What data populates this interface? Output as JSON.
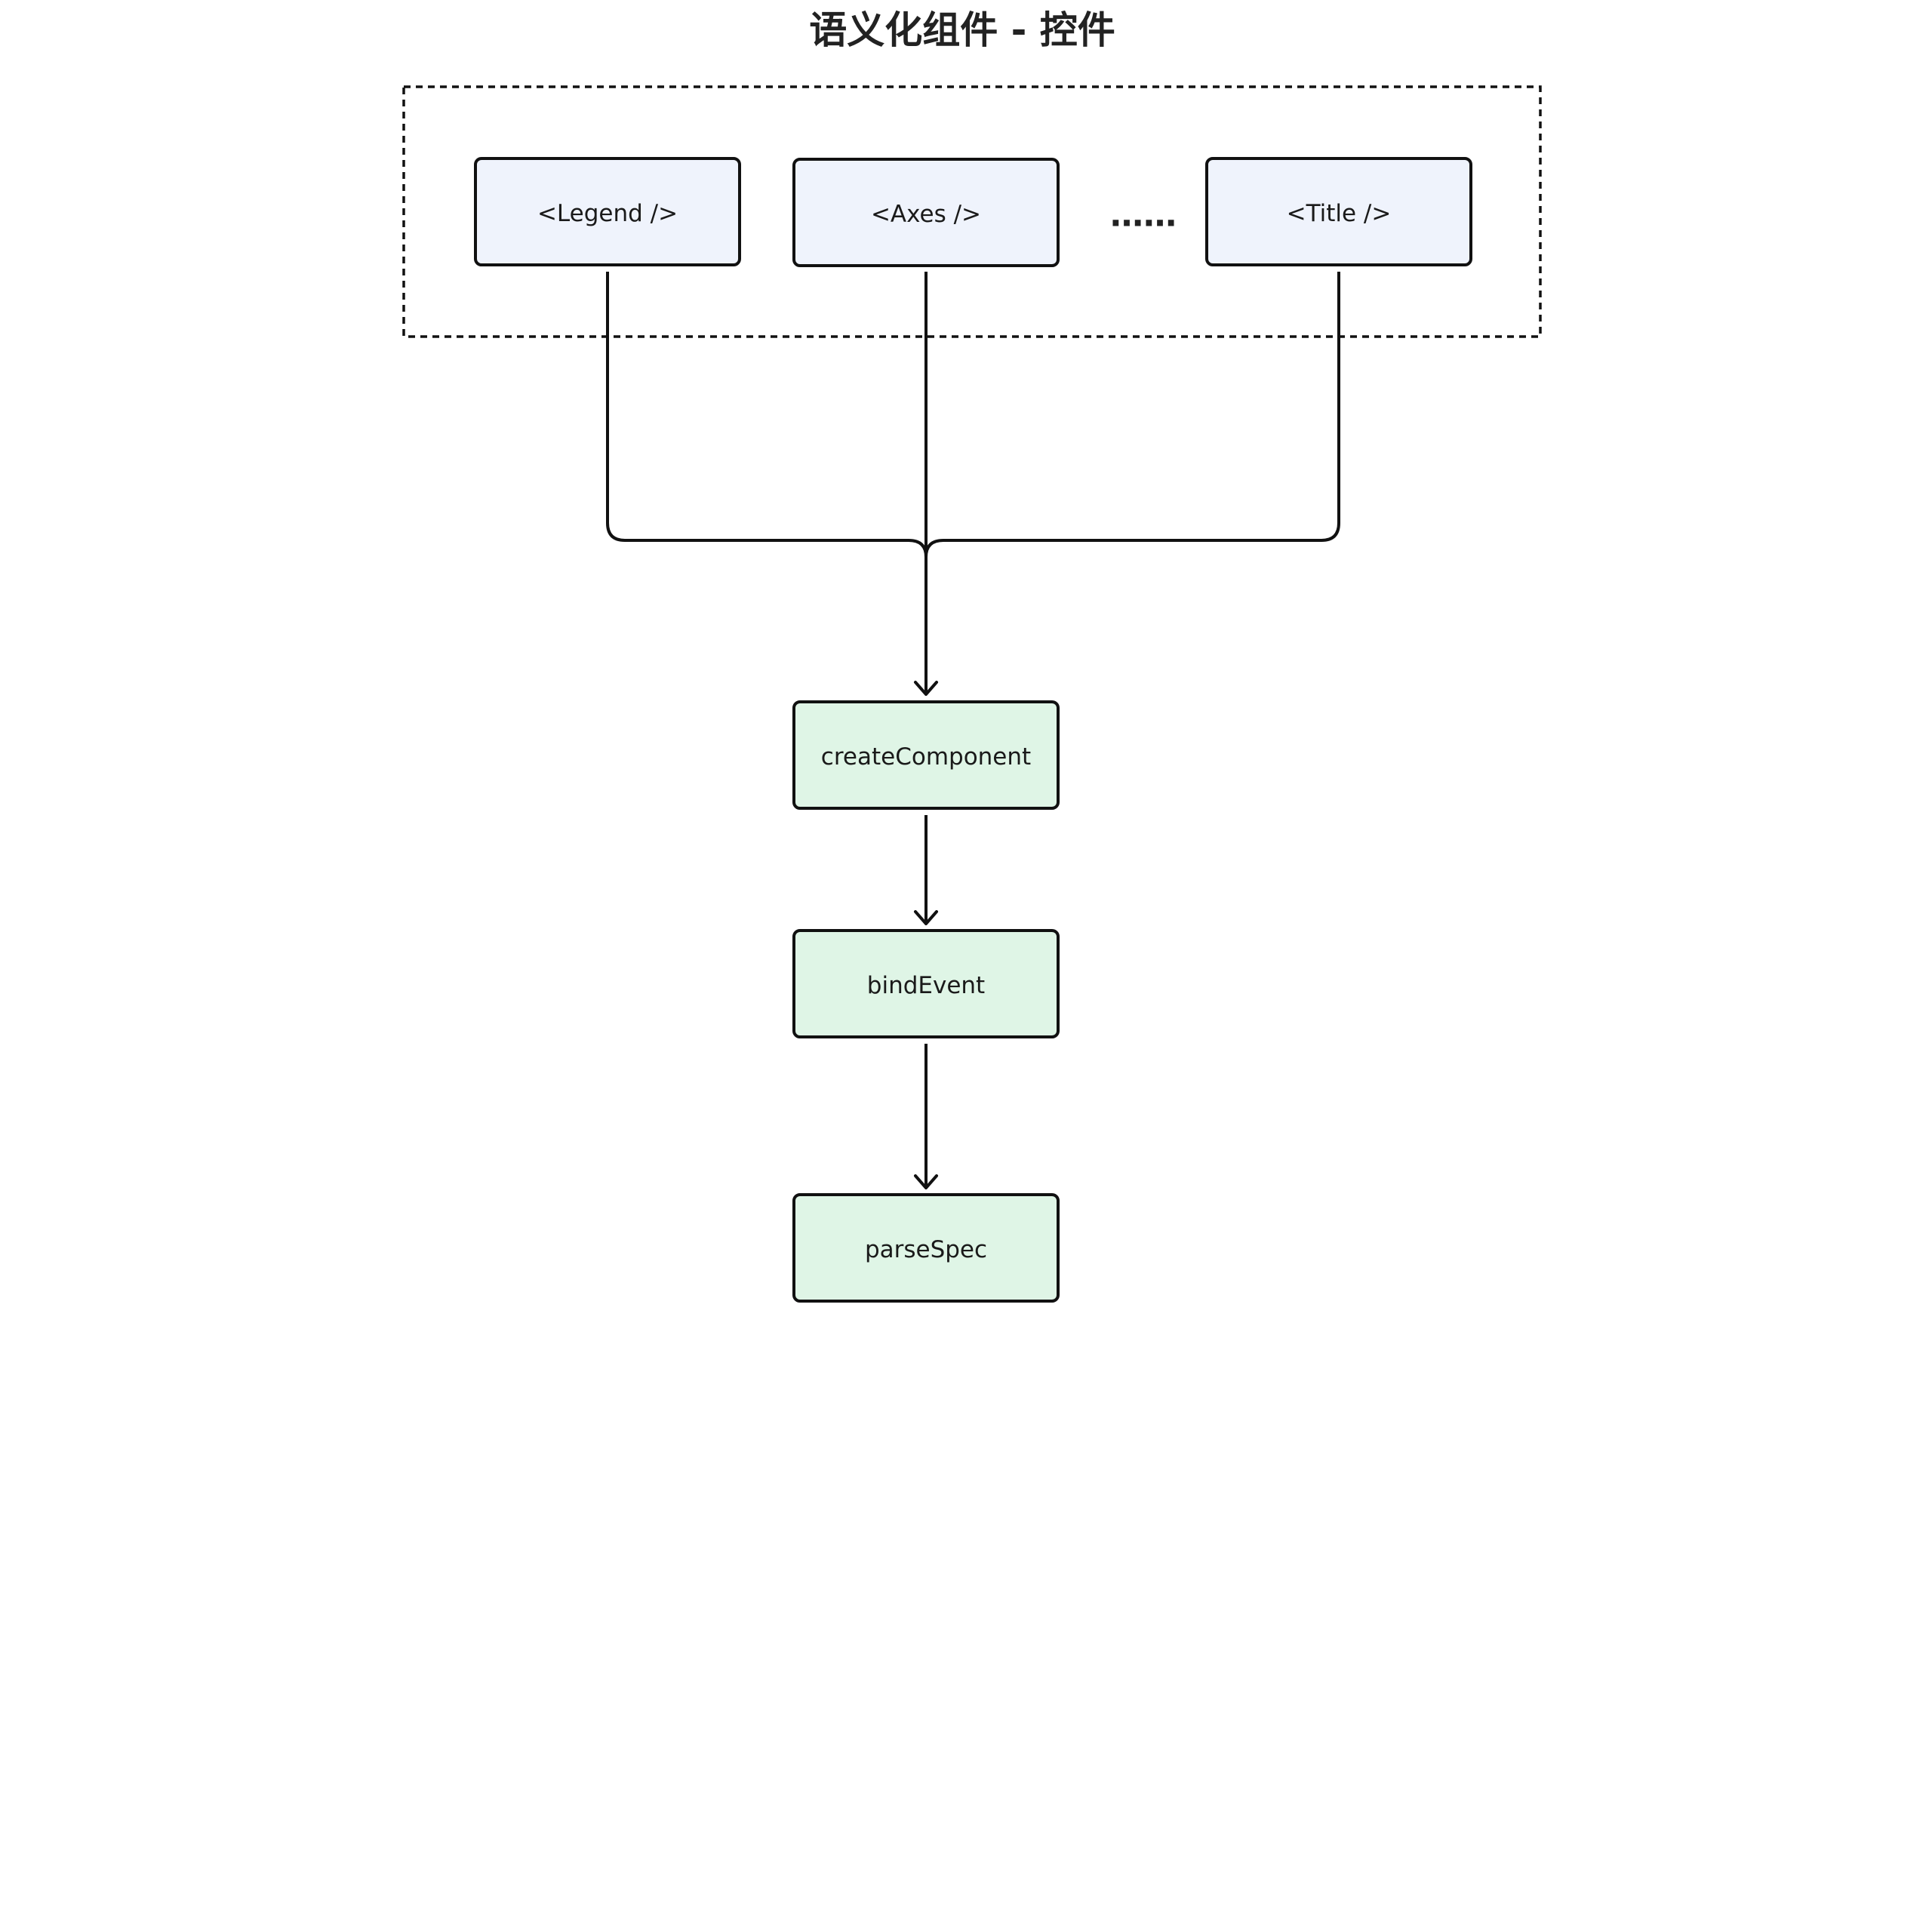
{
  "title": "语义化组件 - 控件",
  "colors": {
    "component_fill": "#EFF3FC",
    "step_fill": "#DFF5E6",
    "stroke": "#111111",
    "title_text": "#222222"
  },
  "group": {
    "border_style": "dashed",
    "components": [
      {
        "id": "legend",
        "label": "<Legend />"
      },
      {
        "id": "axes",
        "label": "<Axes />"
      },
      {
        "id": "title",
        "label": "<Title />"
      }
    ],
    "ellipsis": "……"
  },
  "steps": [
    {
      "id": "create-component",
      "label": "createComponent"
    },
    {
      "id": "bind-event",
      "label": "bindEvent"
    },
    {
      "id": "parse-spec",
      "label": "parseSpec"
    }
  ]
}
